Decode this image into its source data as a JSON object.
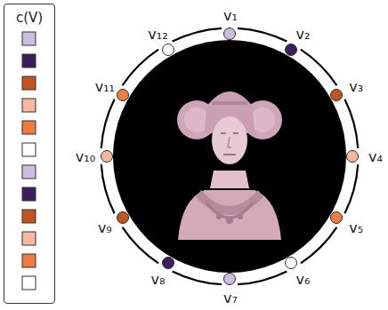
{
  "diagram": {
    "nodes": [
      {
        "text": [
          "c(V)"
        ]
      },
      {
        "text": [
          "v₁"
        ]
      },
      {
        "text": [
          "v₂"
        ]
      },
      {
        "text": [
          "v₃"
        ]
      },
      {
        "text": [
          "v₄"
        ]
      },
      {
        "text": [
          "v₅"
        ]
      },
      {
        "text": [
          "v₆"
        ]
      },
      {
        "text": [
          "v₇"
        ]
      },
      {
        "text": [
          "v₈"
        ]
      },
      {
        "text": [
          "v₉"
        ]
      },
      {
        "text": [
          "v₁₀"
        ]
      },
      {
        "text": [
          "v₁₁"
        ]
      },
      {
        "text": [
          "v₁₂"
        ]
      }
    ],
    "edges": [
      {
        "from": 1,
        "to": 2,
        "arrow": "none"
      },
      {
        "from": 2,
        "to": 3,
        "arrow": "none"
      },
      {
        "from": 3,
        "to": 4,
        "arrow": "none"
      },
      {
        "from": 4,
        "to": 5,
        "arrow": "none"
      },
      {
        "from": 5,
        "to": 6,
        "arrow": "none"
      },
      {
        "from": 6,
        "to": 7,
        "arrow": "none"
      },
      {
        "from": 7,
        "to": 8,
        "arrow": "none"
      },
      {
        "from": 8,
        "to": 9,
        "arrow": "none"
      },
      {
        "from": 9,
        "to": 10,
        "arrow": "none"
      },
      {
        "from": 10,
        "to": 11,
        "arrow": "none"
      },
      {
        "from": 11,
        "to": 12,
        "arrow": "none"
      },
      {
        "from": 12,
        "to": 1,
        "arrow": "none"
      }
    ]
  }
}
